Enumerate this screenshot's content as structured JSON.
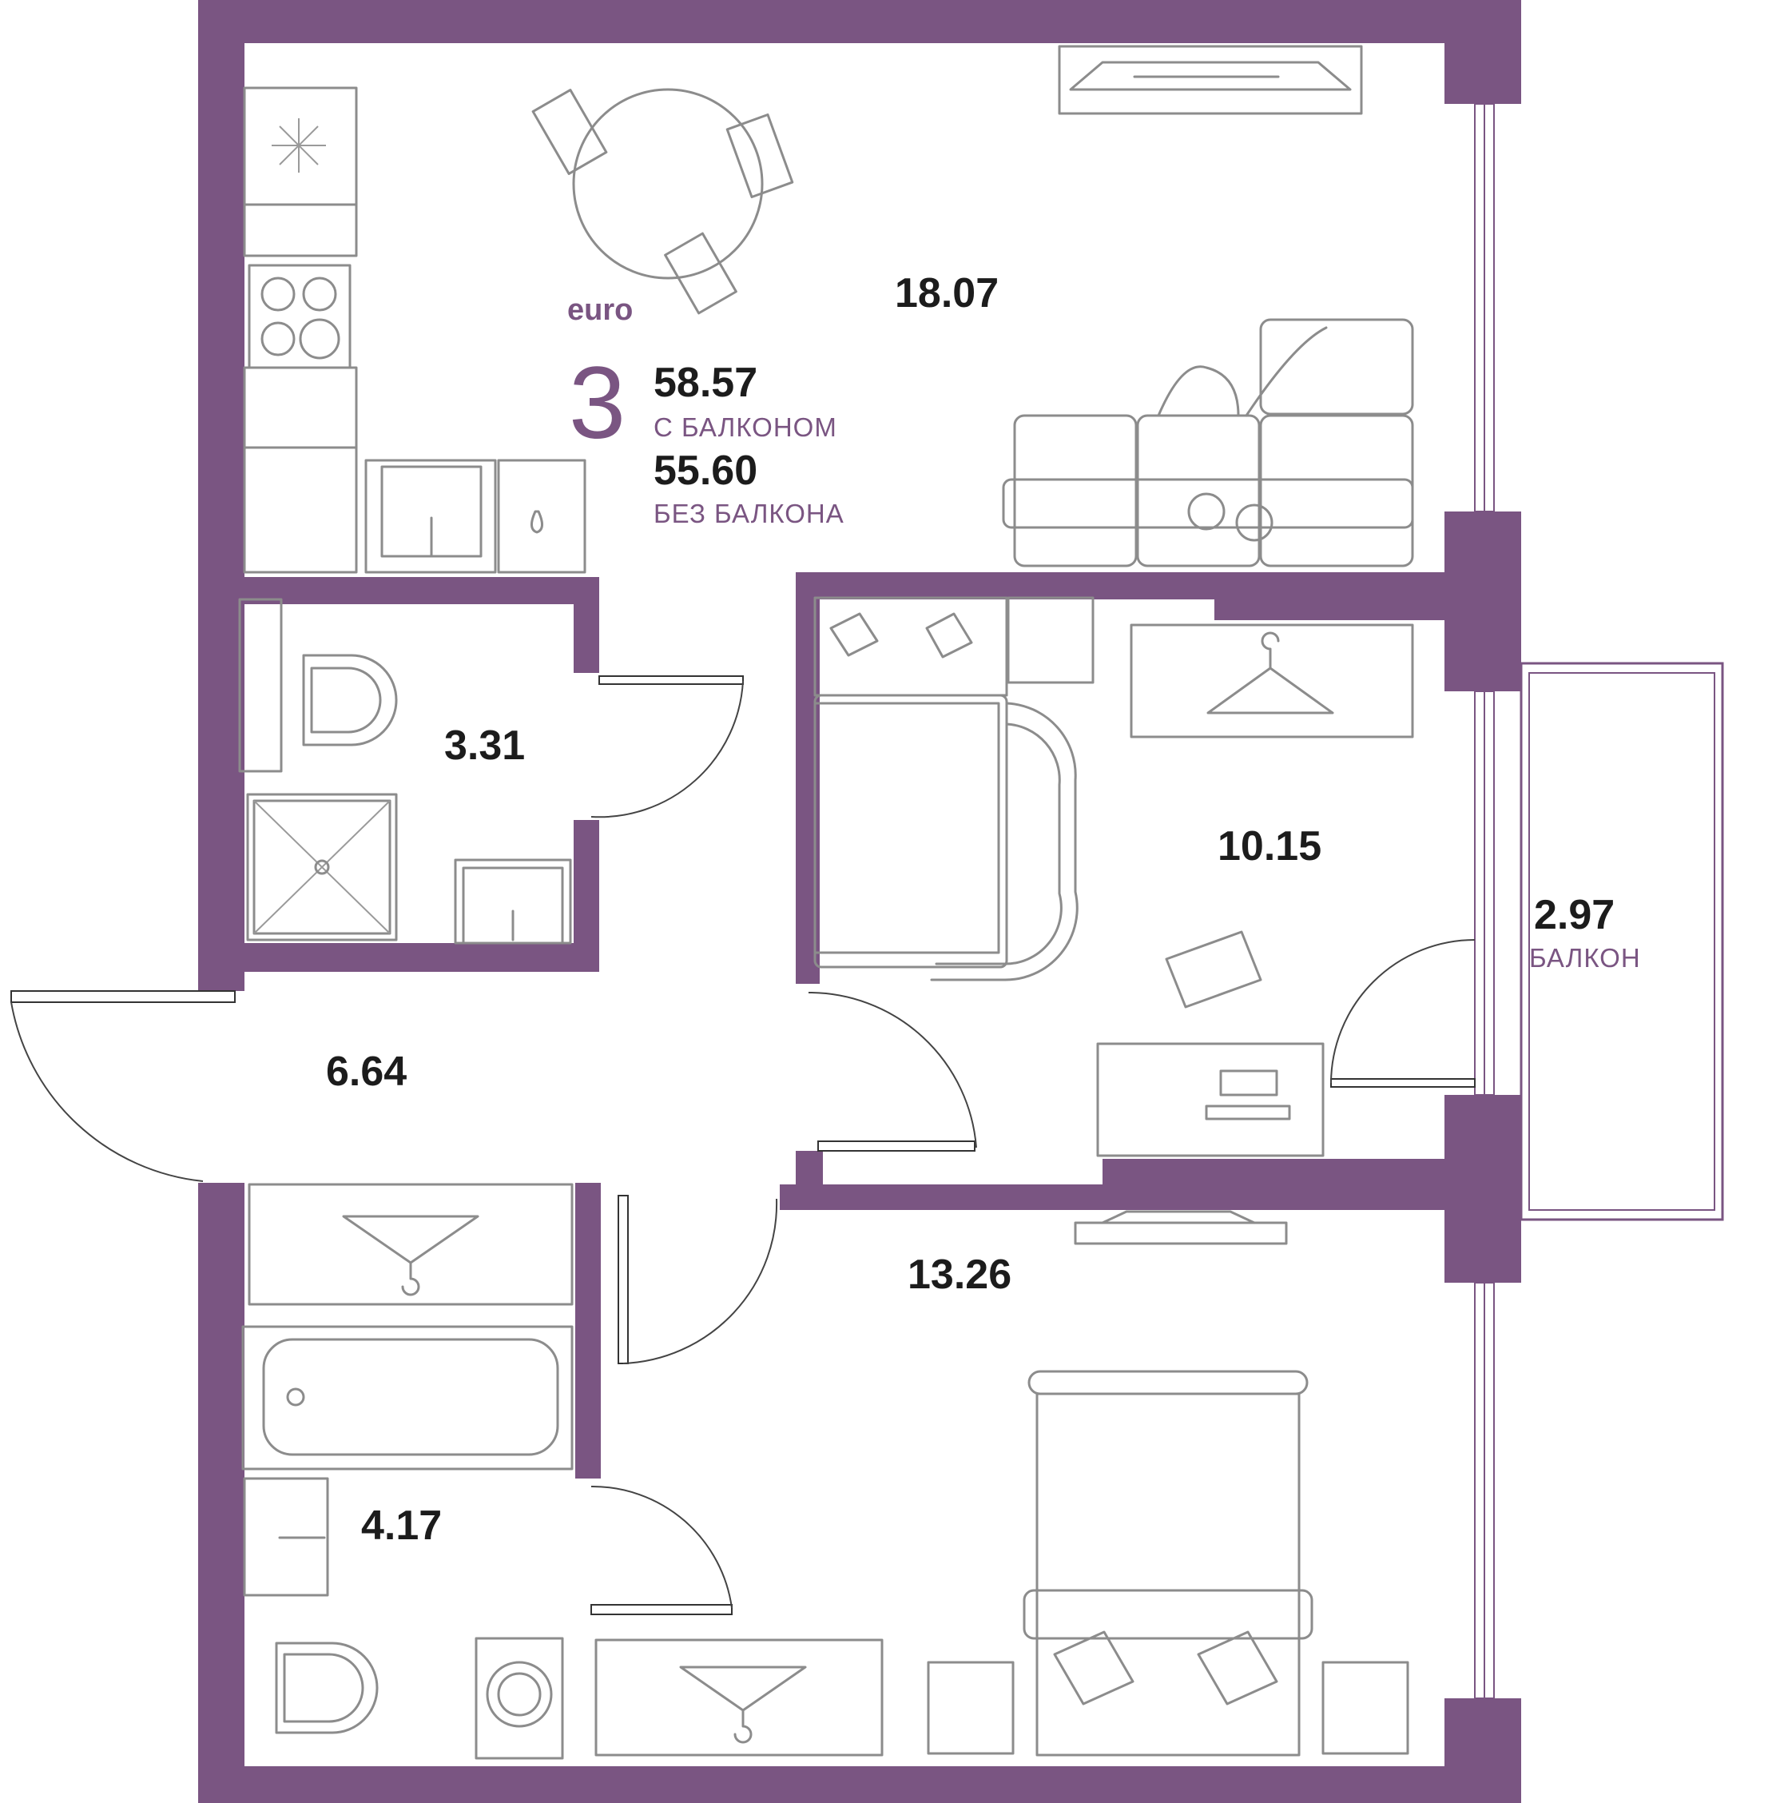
{
  "colors": {
    "wall": "#7a5582",
    "furniture": "#8c8c8c",
    "label": "#1c1c1c",
    "accent": "#7a5582"
  },
  "summary": {
    "type_label": "euro",
    "rooms_count": "3",
    "area_with_balcony": "58.57",
    "with_balcony_label": "С БАЛКОНОМ",
    "area_without_balcony": "55.60",
    "without_balcony_label": "БЕЗ БАЛКОНА"
  },
  "rooms": {
    "kitchen_living": "18.07",
    "bathroom_small": "3.31",
    "bedroom_1": "10.15",
    "balcony": "2.97",
    "balcony_label": "БАЛКОН",
    "hall": "6.64",
    "bedroom_2": "13.26",
    "bathroom_large": "4.17"
  },
  "icons": [
    "snowflake-icon",
    "hanger-icon",
    "stove-icon",
    "sink-icon",
    "shower-icon",
    "toilet-icon",
    "bathtub-icon",
    "washing-machine-icon",
    "sofa-icon",
    "bed-icon",
    "tv-icon",
    "desk-icon",
    "dining-table-icon"
  ]
}
